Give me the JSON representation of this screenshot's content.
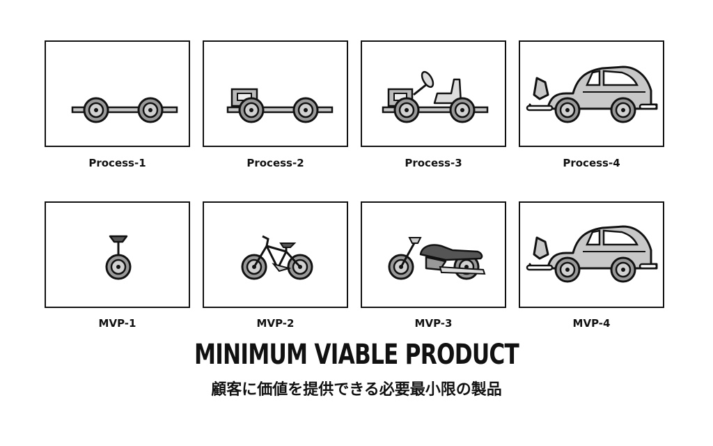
{
  "process_row": {
    "labels": [
      "Process-1",
      "Process-2",
      "Process-3",
      "Process-4"
    ]
  },
  "mvp_row": {
    "labels": [
      "MVP-1",
      "MVP-2",
      "MVP-3",
      "MVP-4"
    ]
  },
  "title": "MINIMUM VIABLE PRODUCT",
  "subtitle": "顧客に価値を提供できる必要最小限の製品",
  "colors": {
    "outline": "#111111",
    "fill_light": "#c8c8c8",
    "fill_dark": "#555555",
    "background": "#ffffff"
  },
  "icons": {
    "process": [
      "chassis-icon",
      "chassis-engine-icon",
      "go-kart-icon",
      "car-icon"
    ],
    "mvp": [
      "unicycle-icon",
      "bicycle-icon",
      "motorcycle-icon",
      "car-icon"
    ]
  }
}
